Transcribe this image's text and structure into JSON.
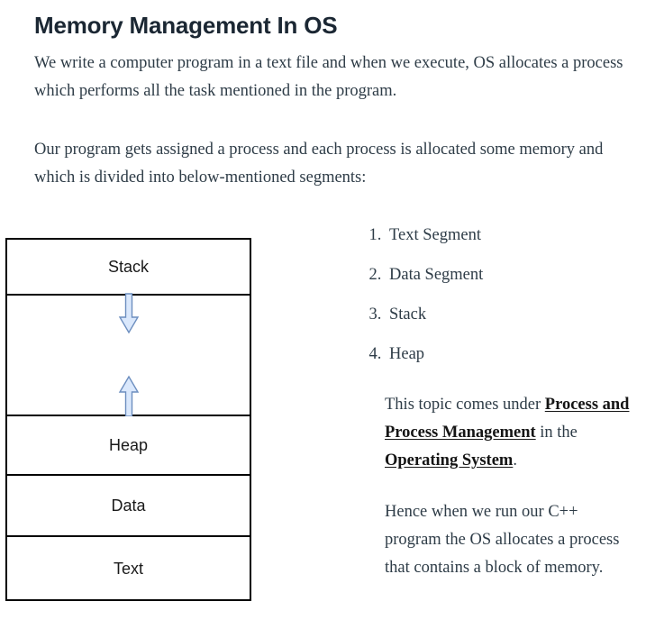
{
  "page": {
    "title": "Memory Management In OS",
    "background_color": "#ffffff",
    "heading_color": "#1b2733",
    "body_text_color": "#2e3c47",
    "link_color": "#151515"
  },
  "intro": {
    "paragraphs": [
      "We write a computer program in a text file and when we execute, OS allocates a process which performs all the task mentioned in the program.",
      "Our program gets assigned a process and each process is allocated some memory and which is divided into below-mentioned segments:"
    ]
  },
  "diagram": {
    "name": "process-memory-layout",
    "border_color": "#000000",
    "arrow_fill": "#dae8fc",
    "arrow_stroke": "#6c8ebf",
    "rows": [
      {
        "id": "stack",
        "label": "Stack"
      },
      {
        "id": "free-space",
        "label": ""
      },
      {
        "id": "heap",
        "label": "Heap"
      },
      {
        "id": "data",
        "label": "Data"
      },
      {
        "id": "text",
        "label": "Text"
      }
    ],
    "arrows": [
      {
        "id": "stack-grows-down",
        "icon": "arrow-down-icon",
        "direction": "down"
      },
      {
        "id": "heap-grows-up",
        "icon": "arrow-up-icon",
        "direction": "up"
      }
    ]
  },
  "segments": {
    "items": [
      "Text Segment",
      "Data Segment",
      "Stack",
      "Heap"
    ]
  },
  "notes": {
    "topic_para": {
      "lead": "This topic comes under ",
      "link1": "Process and Process Management",
      "middle": " in the ",
      "link2": "Operating System",
      "tail": "."
    },
    "closing_para": "Hence when we run our C++ program the OS allocates a process that contains a block of memory."
  }
}
